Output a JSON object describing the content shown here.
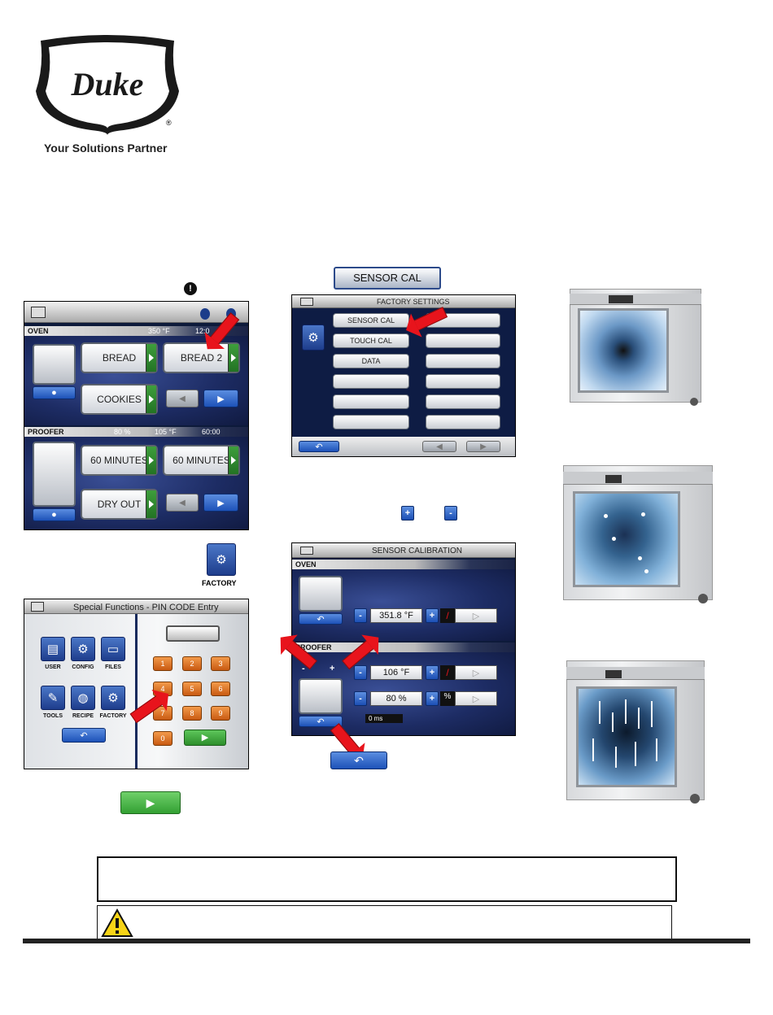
{
  "brand": {
    "name": "Duke",
    "tagline": "Your Solutions Partner"
  },
  "colors": {
    "accent_red": "#e8141c",
    "nav_blue": "#2a5fc4",
    "green": "#39a13a"
  },
  "main_screen": {
    "oven": "OVEN",
    "oven_temp": "350 °F",
    "oven_time": "12:0",
    "bread": "BREAD",
    "bread2": "BREAD 2",
    "cookies": "COOKIES",
    "proofer": "PROOFER",
    "humidity": "80 %",
    "proofer_temp": "105 °F",
    "proofer_time": "60:00",
    "min1": "60 MINUTES",
    "min2": "60 MINUTES",
    "dry_out": "DRY OUT"
  },
  "factory_icon_label": "FACTORY",
  "pin_screen": {
    "title": "Special Functions - PIN CODE Entry",
    "icons": [
      "USER",
      "CONFIG",
      "FILES",
      "TOOLS",
      "RECIPE",
      "FACTORY"
    ],
    "keys": [
      "1",
      "2",
      "3",
      "4",
      "5",
      "6",
      "7",
      "8",
      "9",
      "0"
    ]
  },
  "sensor_cal_button": "SENSOR CAL",
  "factory_settings": {
    "title": "FACTORY SETTINGS",
    "items": [
      "SENSOR CAL",
      "TOUCH CAL",
      "DATA"
    ]
  },
  "plus": "+",
  "minus": "-",
  "sensor_calibration": {
    "title": "SENSOR CALIBRATION",
    "oven": "OVEN",
    "proofer": "PROOFER",
    "oven_value": "351.8 °F",
    "proofer_temp": "106 °F",
    "proofer_humidity": "80 %",
    "percent": "%",
    "ms": "0 ms"
  }
}
